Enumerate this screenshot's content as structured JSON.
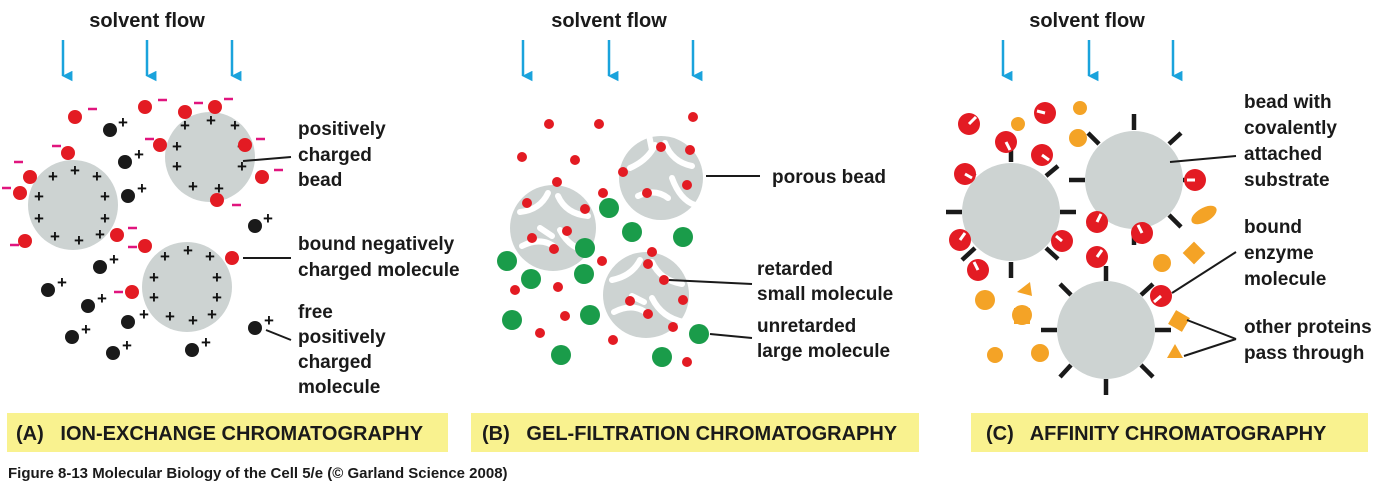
{
  "colors": {
    "arrow": "#1aa3dc",
    "bead": "#cdd3d2",
    "red": "#e31b23",
    "minus": "#e0157e",
    "black": "#1a1a1a",
    "green": "#1a9c4a",
    "orange": "#f4a326",
    "title_bg": "#f9f28f"
  },
  "icons": [
    "down-arrow-icon"
  ],
  "panels": [
    {
      "id": "A",
      "flow_label": "solvent flow",
      "title": "(A)   ION-EXCHANGE CHROMATOGRAPHY",
      "labels": [
        [
          "positively",
          "charged",
          "bead"
        ],
        [
          "bound negatively",
          "charged molecule"
        ],
        [
          "free",
          "positively",
          "charged",
          "molecule"
        ]
      ]
    },
    {
      "id": "B",
      "flow_label": "solvent flow",
      "title": "(B)   GEL-FILTRATION CHROMATOGRAPHY",
      "labels": [
        [
          "porous bead"
        ],
        [
          "retarded",
          "small molecule"
        ],
        [
          "unretarded",
          "large molecule"
        ]
      ]
    },
    {
      "id": "C",
      "flow_label": "solvent flow",
      "title": "(C)   AFFINITY CHROMATOGRAPHY",
      "labels": [
        [
          "bead with",
          "covalently",
          "attached",
          "substrate"
        ],
        [
          "bound",
          "enzyme",
          "molecule"
        ],
        [
          "other proteins",
          "pass through"
        ]
      ]
    }
  ],
  "caption": "Figure 8-13  Molecular Biology of the Cell 5/e (© Garland Science 2008)"
}
